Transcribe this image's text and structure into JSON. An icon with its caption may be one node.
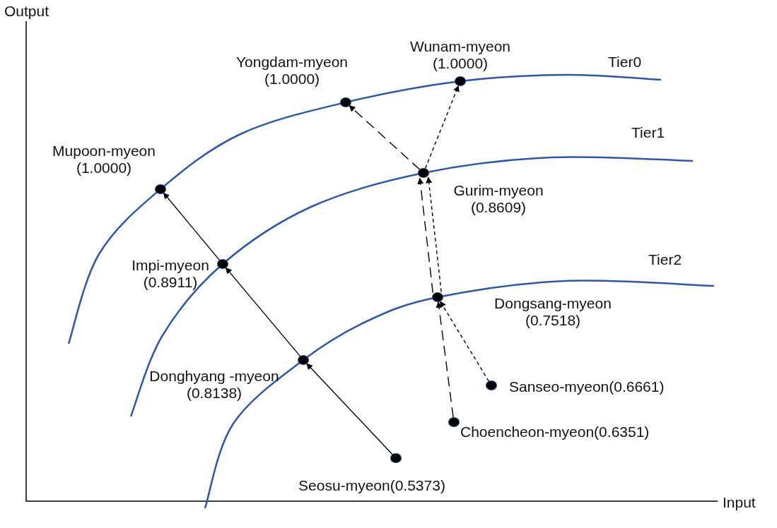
{
  "diagram": {
    "nodes": [
      {
        "text": [],
        "shape": "circle",
        "beside": [
          "Wunam-myeon (1.0000)"
        ]
      },
      {
        "text": [],
        "shape": "circle",
        "beside": [
          "Yongdam-myeon (1.0000)"
        ]
      },
      {
        "text": [],
        "shape": "circle",
        "beside": [
          "Gurim-myeon (0.8609)"
        ]
      },
      {
        "text": [],
        "shape": "circle",
        "beside": [
          "Mupoon-myeon (1.0000)"
        ]
      },
      {
        "text": [],
        "shape": "circle",
        "beside": [
          "Impi-myeon (0.8911)"
        ]
      },
      {
        "text": [],
        "shape": "circle",
        "beside": [
          "Dongsang-myeon (0.7518)"
        ]
      },
      {
        "text": [],
        "shape": "circle",
        "beside": [
          "Donghyang -myeon (0.8138)"
        ]
      },
      {
        "text": [],
        "shape": "circle",
        "beside": [
          "Sanseo-myeon(0.6661)"
        ]
      },
      {
        "text": [],
        "shape": "circle",
        "beside": [
          "Choencheon-myeon(0.6351)"
        ]
      },
      {
        "text": [],
        "shape": "circle",
        "beside": [
          "Seosu-myeon(0.5373)"
        ]
      }
    ],
    "edges": [
      {
        "from": 9,
        "to": 6,
        "arrow": "to"
      },
      {
        "from": 6,
        "to": 4,
        "arrow": "to"
      },
      {
        "from": 4,
        "to": 3,
        "arrow": "to"
      },
      {
        "from": 8,
        "to": 5,
        "arrow": "to",
        "style": "dashed"
      },
      {
        "from": 5,
        "to": 2,
        "arrow": "to",
        "style": "dashed"
      },
      {
        "from": 2,
        "to": 1,
        "arrow": "to",
        "style": "dashed"
      },
      {
        "from": 7,
        "to": 5,
        "arrow": "to",
        "style": "dashed"
      },
      {
        "from": 5,
        "to": 2,
        "arrow": "to",
        "style": "dashed"
      },
      {
        "from": 2,
        "to": 0,
        "arrow": "to",
        "style": "dashed"
      }
    ],
    "labels": [
      "Output",
      "Tier0",
      "Tier1",
      "Tier2",
      "Input"
    ]
  }
}
